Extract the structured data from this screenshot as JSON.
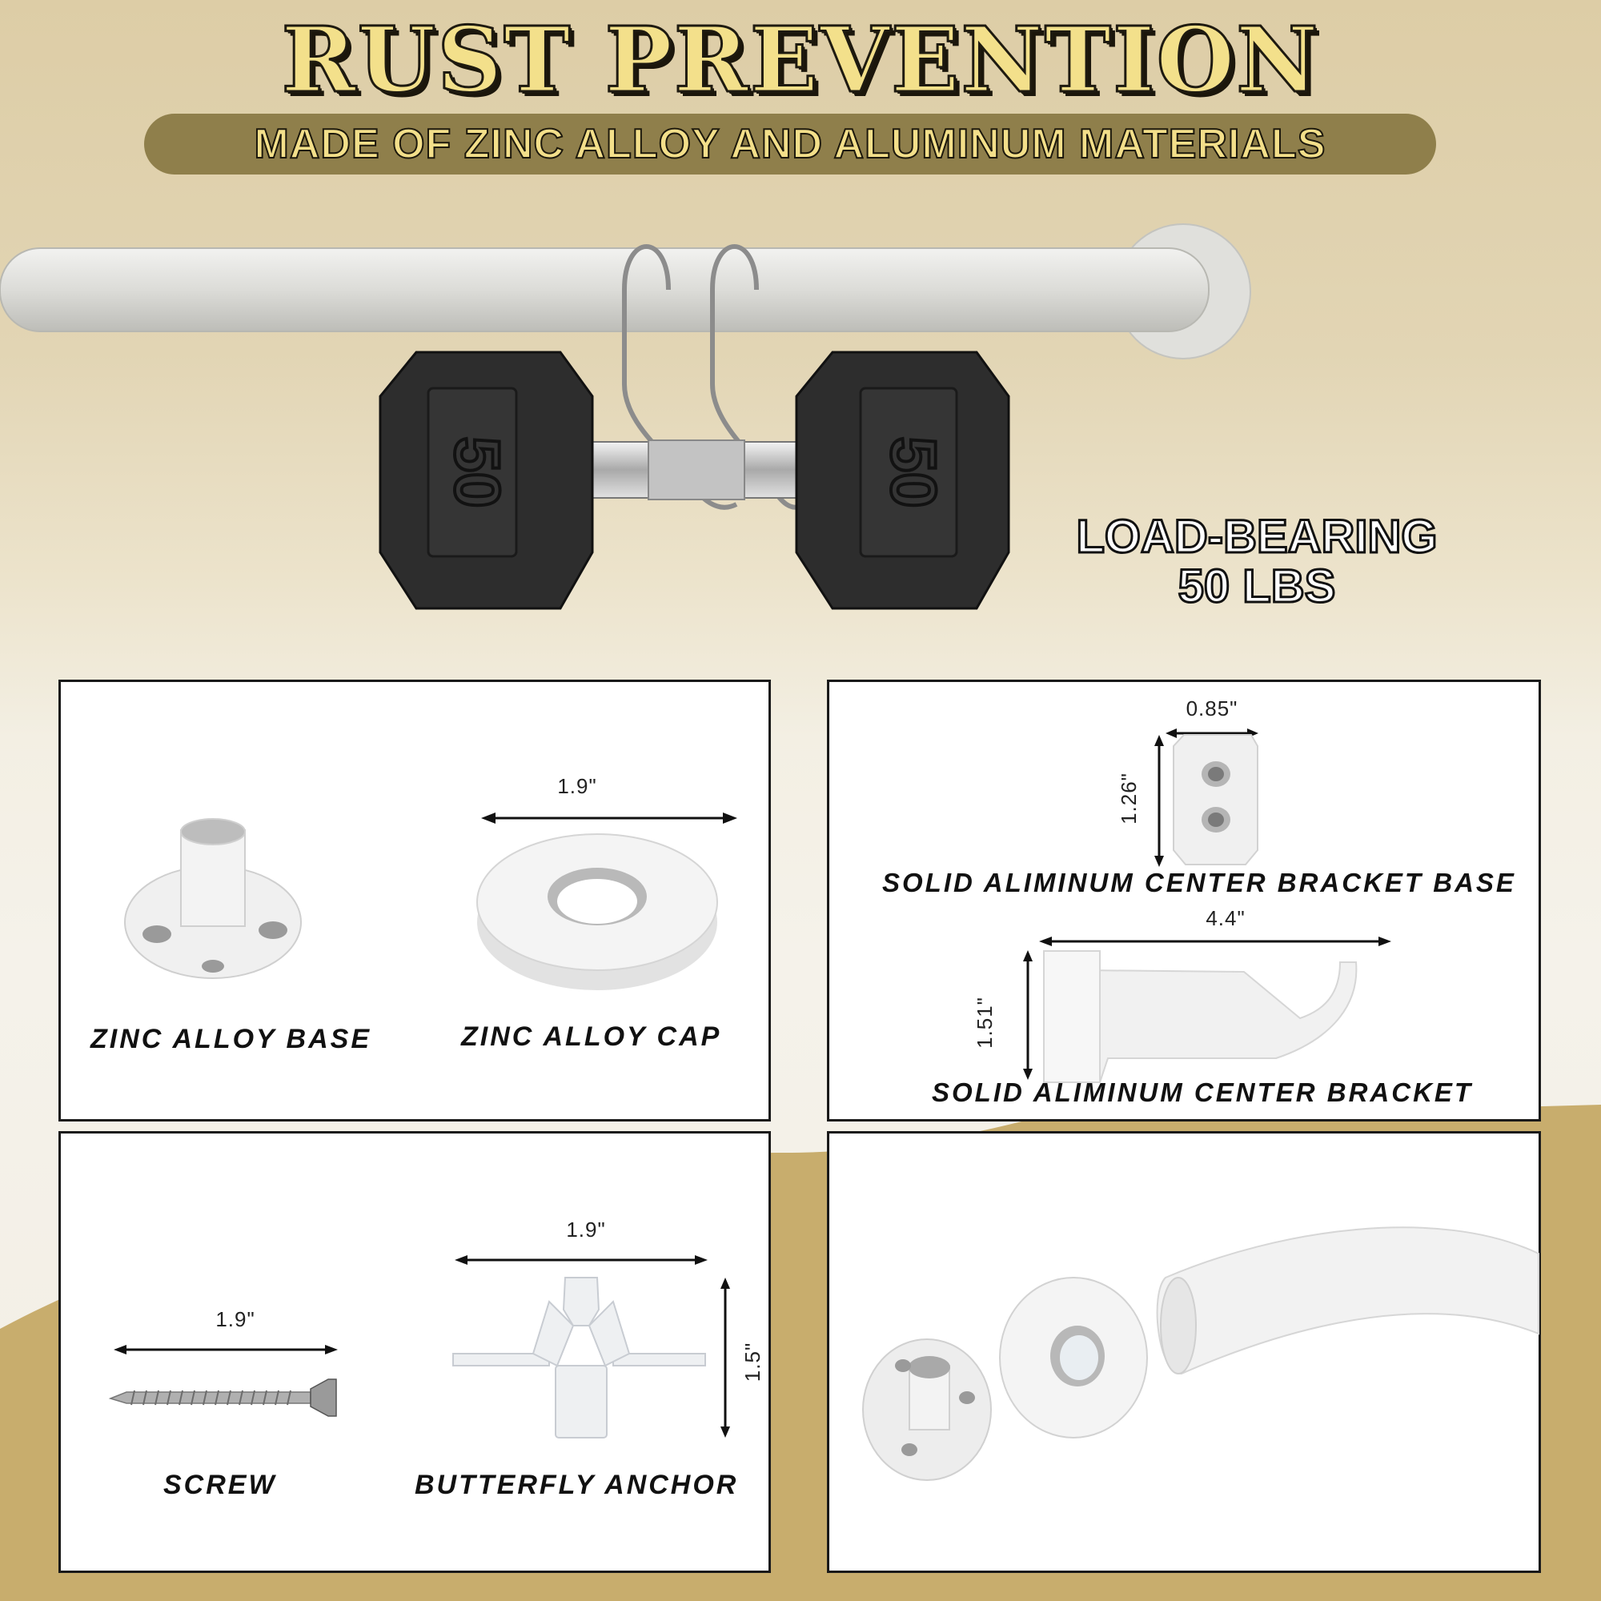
{
  "header": {
    "title": "RUST PREVENTION",
    "subtitle": "MADE OF ZINC ALLOY AND ALUMINUM MATERIALS"
  },
  "hero": {
    "load_line1": "LOAD-BEARING",
    "load_line2": "50 LBS",
    "dumbbell_weight": "50"
  },
  "panels": {
    "base_cap": {
      "base_label": "ZINC ALLOY BASE",
      "cap_label": "ZINC ALLOY CAP",
      "cap_width": "1.9\""
    },
    "brackets": {
      "bracket_base_label": "SOLID ALIMINUM CENTER BRACKET BASE",
      "bracket_base_width": "0.85\"",
      "bracket_base_height": "1.26\"",
      "bracket_label": "SOLID ALIMINUM CENTER BRACKET",
      "bracket_length": "4.4\"",
      "bracket_height": "1.51\""
    },
    "hardware": {
      "screw_label": "SCREW",
      "screw_length": "1.9\"",
      "anchor_label": "BUTTERFLY ANCHOR",
      "anchor_width": "1.9\"",
      "anchor_height": "1.5\""
    }
  },
  "colors": {
    "accent_gold": "#f3e08b",
    "bar_brown": "#8f7f4b",
    "wave_tan": "#c8ad6d"
  }
}
